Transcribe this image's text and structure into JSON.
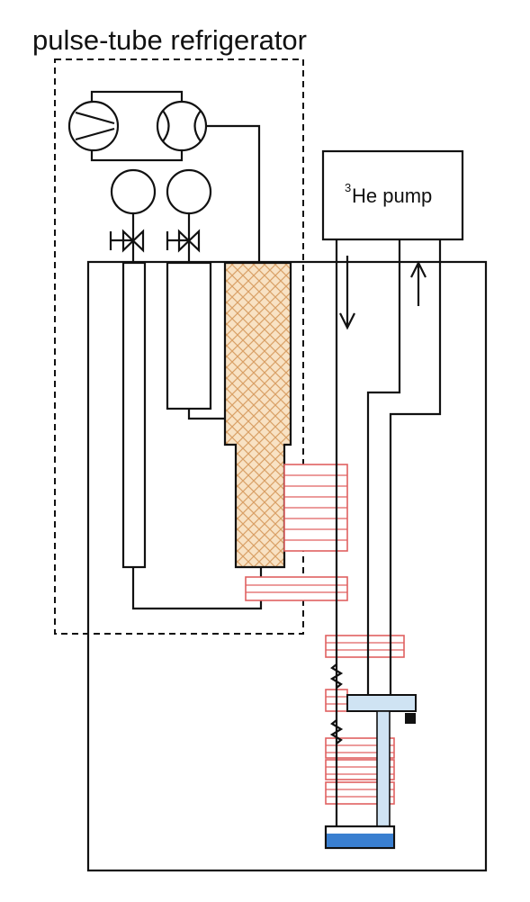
{
  "title": "pulse-tube refrigerator",
  "pump_label": {
    "superscript": "3",
    "text": "He pump"
  },
  "colors": {
    "line": "#111111",
    "heat_exchanger": "#e06060",
    "regenerator_fill": "#f8e2c4",
    "regenerator_mesh": "#d9a066",
    "plate": "#cfe3f3",
    "liquid": "#3a7fd0"
  }
}
